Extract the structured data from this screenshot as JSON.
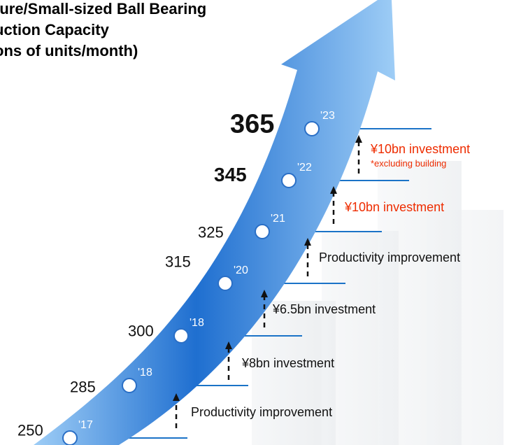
{
  "title_lines": [
    "ture/Small-sized Ball Bearing",
    "uction Capacity",
    "ons of units/month)"
  ],
  "colors": {
    "arrow_light": "#9ecdf6",
    "arrow_dark": "#1f6fd0",
    "step_line": "#1b73c7",
    "year_label": "#ffffff",
    "investment_highlight": "#ee2c00",
    "text": "#111111"
  },
  "chart_data": {
    "type": "line",
    "series": [
      {
        "points": [
          {
            "year": "'17",
            "value": 250,
            "emphasis": false
          },
          {
            "year": "'18",
            "value": 285,
            "emphasis": false
          },
          {
            "year": "'18",
            "value": 300,
            "emphasis": false
          },
          {
            "year": "'20",
            "value": 315,
            "emphasis": false
          },
          {
            "year": "'21",
            "value": 325,
            "emphasis": false
          },
          {
            "year": "'22",
            "value": 345,
            "emphasis": true
          },
          {
            "year": "'23",
            "value": 365,
            "emphasis": true
          }
        ]
      }
    ],
    "annotations": [
      {
        "label": "Productivity improvement",
        "note": "",
        "highlight": false
      },
      {
        "label": "¥8bn investment",
        "note": "",
        "highlight": false
      },
      {
        "label": "¥6.5bn investment",
        "note": "",
        "highlight": false
      },
      {
        "label": "Productivity improvement",
        "note": "",
        "highlight": false
      },
      {
        "label": "¥10bn investment",
        "note": "",
        "highlight": true
      },
      {
        "label": "¥10bn investment",
        "note": "*excluding building",
        "highlight": true
      }
    ]
  }
}
